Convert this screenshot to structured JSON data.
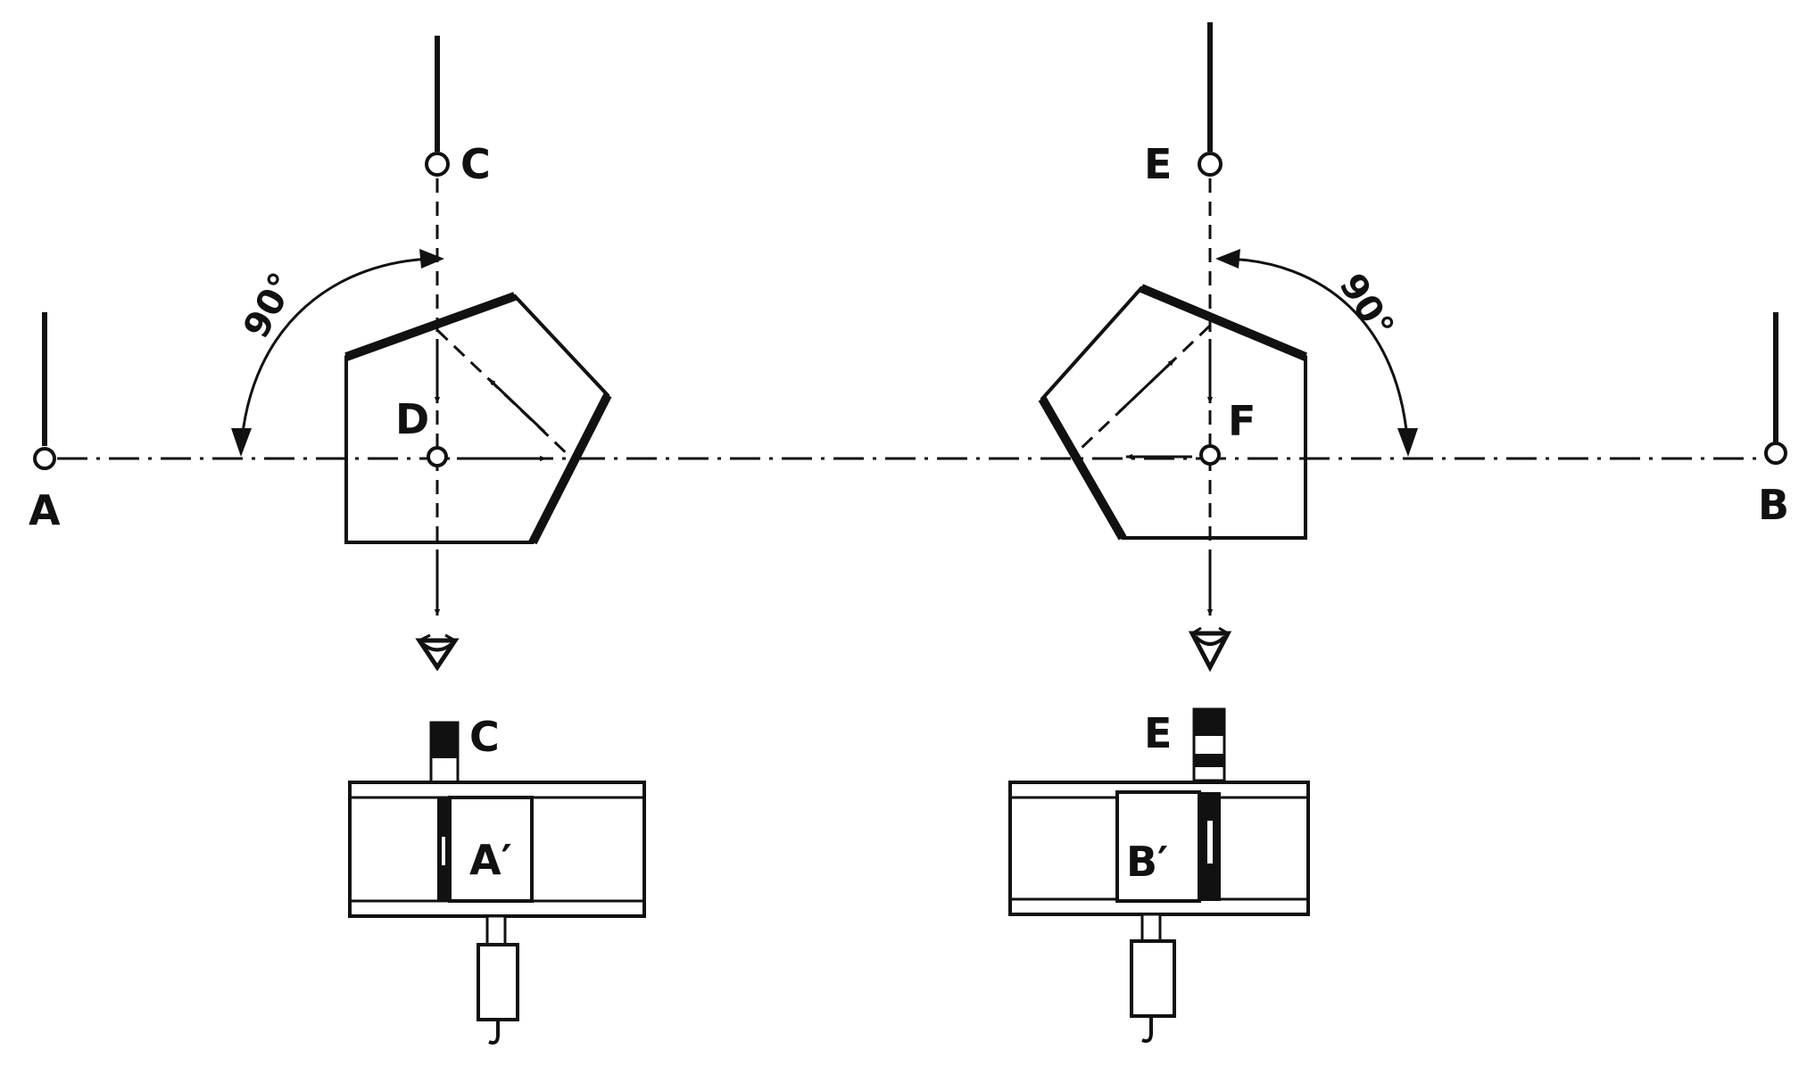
{
  "diagram": {
    "labels": {
      "pole_a": "A",
      "pole_b": "B",
      "pole_c": "C",
      "pole_e": "E",
      "center_d": "D",
      "center_f": "F",
      "pole_c_view": "C",
      "pole_e_view": "E",
      "image_a_prime": "A′",
      "image_b_prime": "B′"
    },
    "angles": {
      "left": "90°",
      "right": "90°"
    },
    "colors": {
      "ink": "#111111",
      "paper": "#ffffff"
    },
    "icons": {
      "eye_left": "eye-icon",
      "eye_right": "eye-icon"
    }
  }
}
